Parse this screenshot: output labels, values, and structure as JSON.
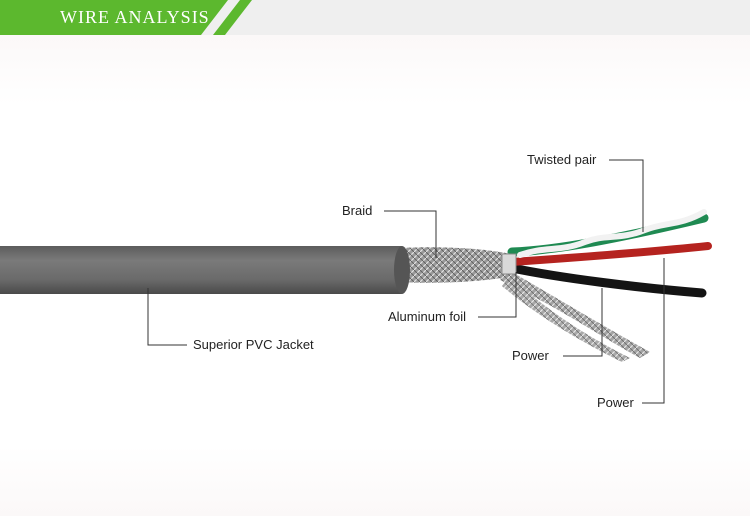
{
  "header": {
    "title": "WIRE ANALYSIS"
  },
  "colors": {
    "accent": "#5cb82e",
    "jacket": "#6e6e6e",
    "red_wire": "#b5231f",
    "black_wire": "#141414",
    "green_wire": "#1f8a52"
  },
  "labels": {
    "twisted_pair": "Twisted pair",
    "braid": "Braid",
    "aluminum_foil": "Aluminum foil",
    "superior_pvc_jacket": "Superior PVC Jacket",
    "power_1": "Power",
    "power_2": "Power"
  }
}
